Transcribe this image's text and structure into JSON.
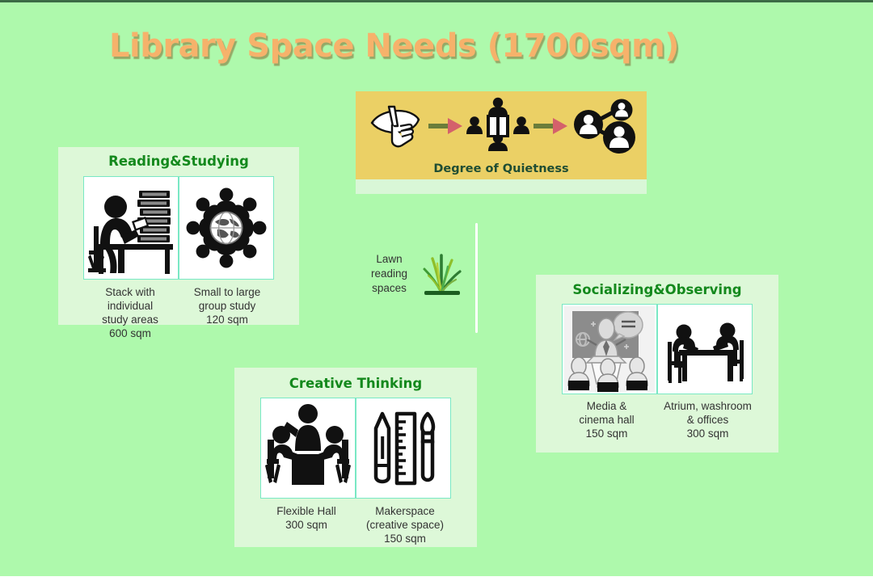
{
  "slide": {
    "title": "Library Space Needs (1700sqm)",
    "background_color": "#AEF9AC",
    "title_color": "#F6B26B"
  },
  "banner": {
    "label": "Degree of Quietness",
    "background_color": "#EBD065",
    "label_color": "#1F4D33",
    "arrow_shaft_color": "#6B7D3A",
    "arrow_head_color": "#D4616B",
    "icons": [
      {
        "name": "shush-finger-icon",
        "meaning": "silence gesture"
      },
      {
        "name": "group-reading-book-icon",
        "meaning": "small group around open book"
      },
      {
        "name": "social-network-people-icon",
        "meaning": "connected people"
      }
    ]
  },
  "cards": [
    {
      "id": "reading",
      "title": "Reading&Studying",
      "title_color": "#14891D",
      "items": [
        {
          "icon": "person-reading-at-desk-icon",
          "caption_lines": [
            "Stack with individual",
            "study areas"
          ],
          "area": "600 sqm"
        },
        {
          "icon": "group-circle-globe-icon",
          "caption_lines": [
            "Small to large",
            "group study"
          ],
          "area": "120 sqm"
        }
      ]
    },
    {
      "id": "creative",
      "title": "Creative Thinking",
      "title_color": "#14891D",
      "items": [
        {
          "icon": "meeting-table-collaboration-icon",
          "caption_lines": [
            "Flexible Hall"
          ],
          "area": "300 sqm"
        },
        {
          "icon": "pencil-ruler-paintbrush-icon",
          "caption_lines": [
            "Makerspace",
            "(creative space)"
          ],
          "area": "150 sqm"
        }
      ]
    },
    {
      "id": "social",
      "title": "Socializing&Observing",
      "title_color": "#14891D",
      "items": [
        {
          "icon": "presentation-audience-icon",
          "caption_lines": [
            "Media &",
            "cinema hall"
          ],
          "area": "150 sqm"
        },
        {
          "icon": "two-people-at-table-icon",
          "caption_lines": [
            "Atrium, washroom",
            "& offices"
          ],
          "area": "300 sqm"
        }
      ]
    }
  ],
  "lawn": {
    "label_lines": [
      "Lawn",
      "reading",
      "spaces"
    ],
    "icon": "grass-tuft-icon",
    "grass_colors": [
      "#2E7D32",
      "#8FBF2A",
      "#1B5E20"
    ]
  }
}
